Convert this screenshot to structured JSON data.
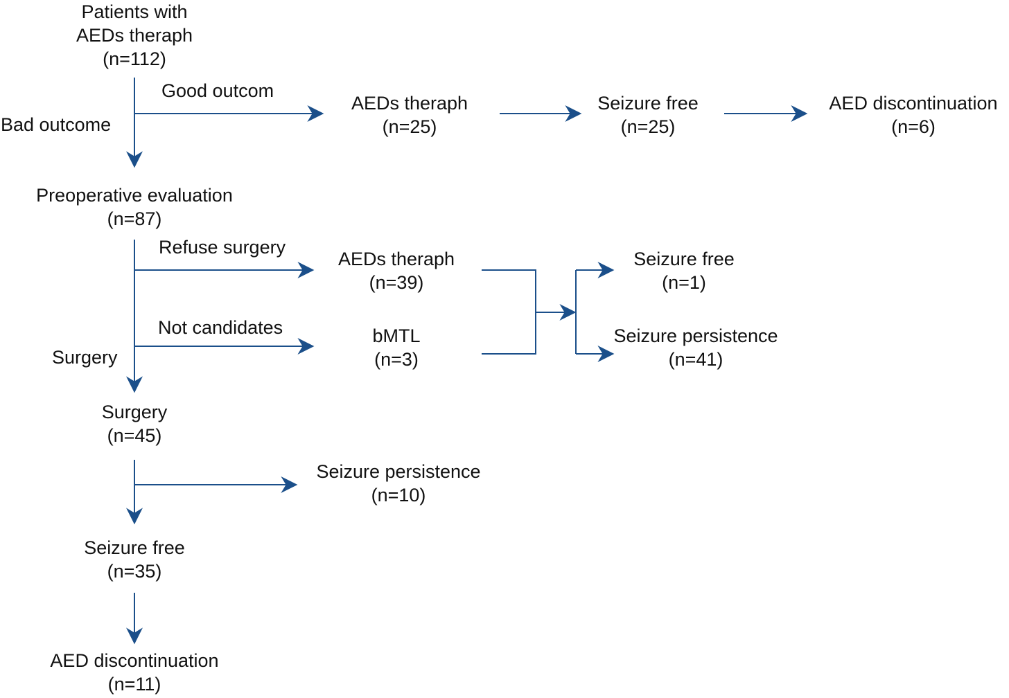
{
  "colors": {
    "arrow": "#1b4f8a",
    "text": "#111111",
    "background": "#ffffff"
  },
  "nodes": {
    "patients": {
      "lines": [
        "Patients with",
        "AEDs theraph",
        "(n=112)"
      ]
    },
    "aeds_good": {
      "lines": [
        "AEDs theraph",
        "(n=25)"
      ]
    },
    "seizure_free_good": {
      "lines": [
        "Seizure free",
        "(n=25)"
      ]
    },
    "aed_disc_good": {
      "lines": [
        "AED discontinuation",
        "(n=6)"
      ]
    },
    "preop": {
      "lines": [
        "Preoperative evaluation",
        "(n=87)"
      ]
    },
    "aeds_refuse": {
      "lines": [
        "AEDs theraph",
        "(n=39)"
      ]
    },
    "bmtl": {
      "lines": [
        "bMTL",
        "(n=3)"
      ]
    },
    "seizure_free_nonsurg": {
      "lines": [
        "Seizure free",
        "(n=1)"
      ]
    },
    "seizure_persist_nonsurg": {
      "lines": [
        "Seizure persistence",
        "(n=41)"
      ]
    },
    "surgery": {
      "lines": [
        "Surgery",
        "(n=45)"
      ]
    },
    "seizure_persist_surg": {
      "lines": [
        "Seizure persistence",
        "(n=10)"
      ]
    },
    "seizure_free_surg": {
      "lines": [
        "Seizure free",
        "(n=35)"
      ]
    },
    "aed_disc_surg": {
      "lines": [
        "AED discontinuation",
        "(n=11)"
      ]
    }
  },
  "edge_labels": {
    "good_outcome": "Good outcom",
    "bad_outcome": "Bad outcome",
    "refuse_surgery": "Refuse surgery",
    "not_candidates": "Not candidates",
    "surgery": "Surgery"
  }
}
